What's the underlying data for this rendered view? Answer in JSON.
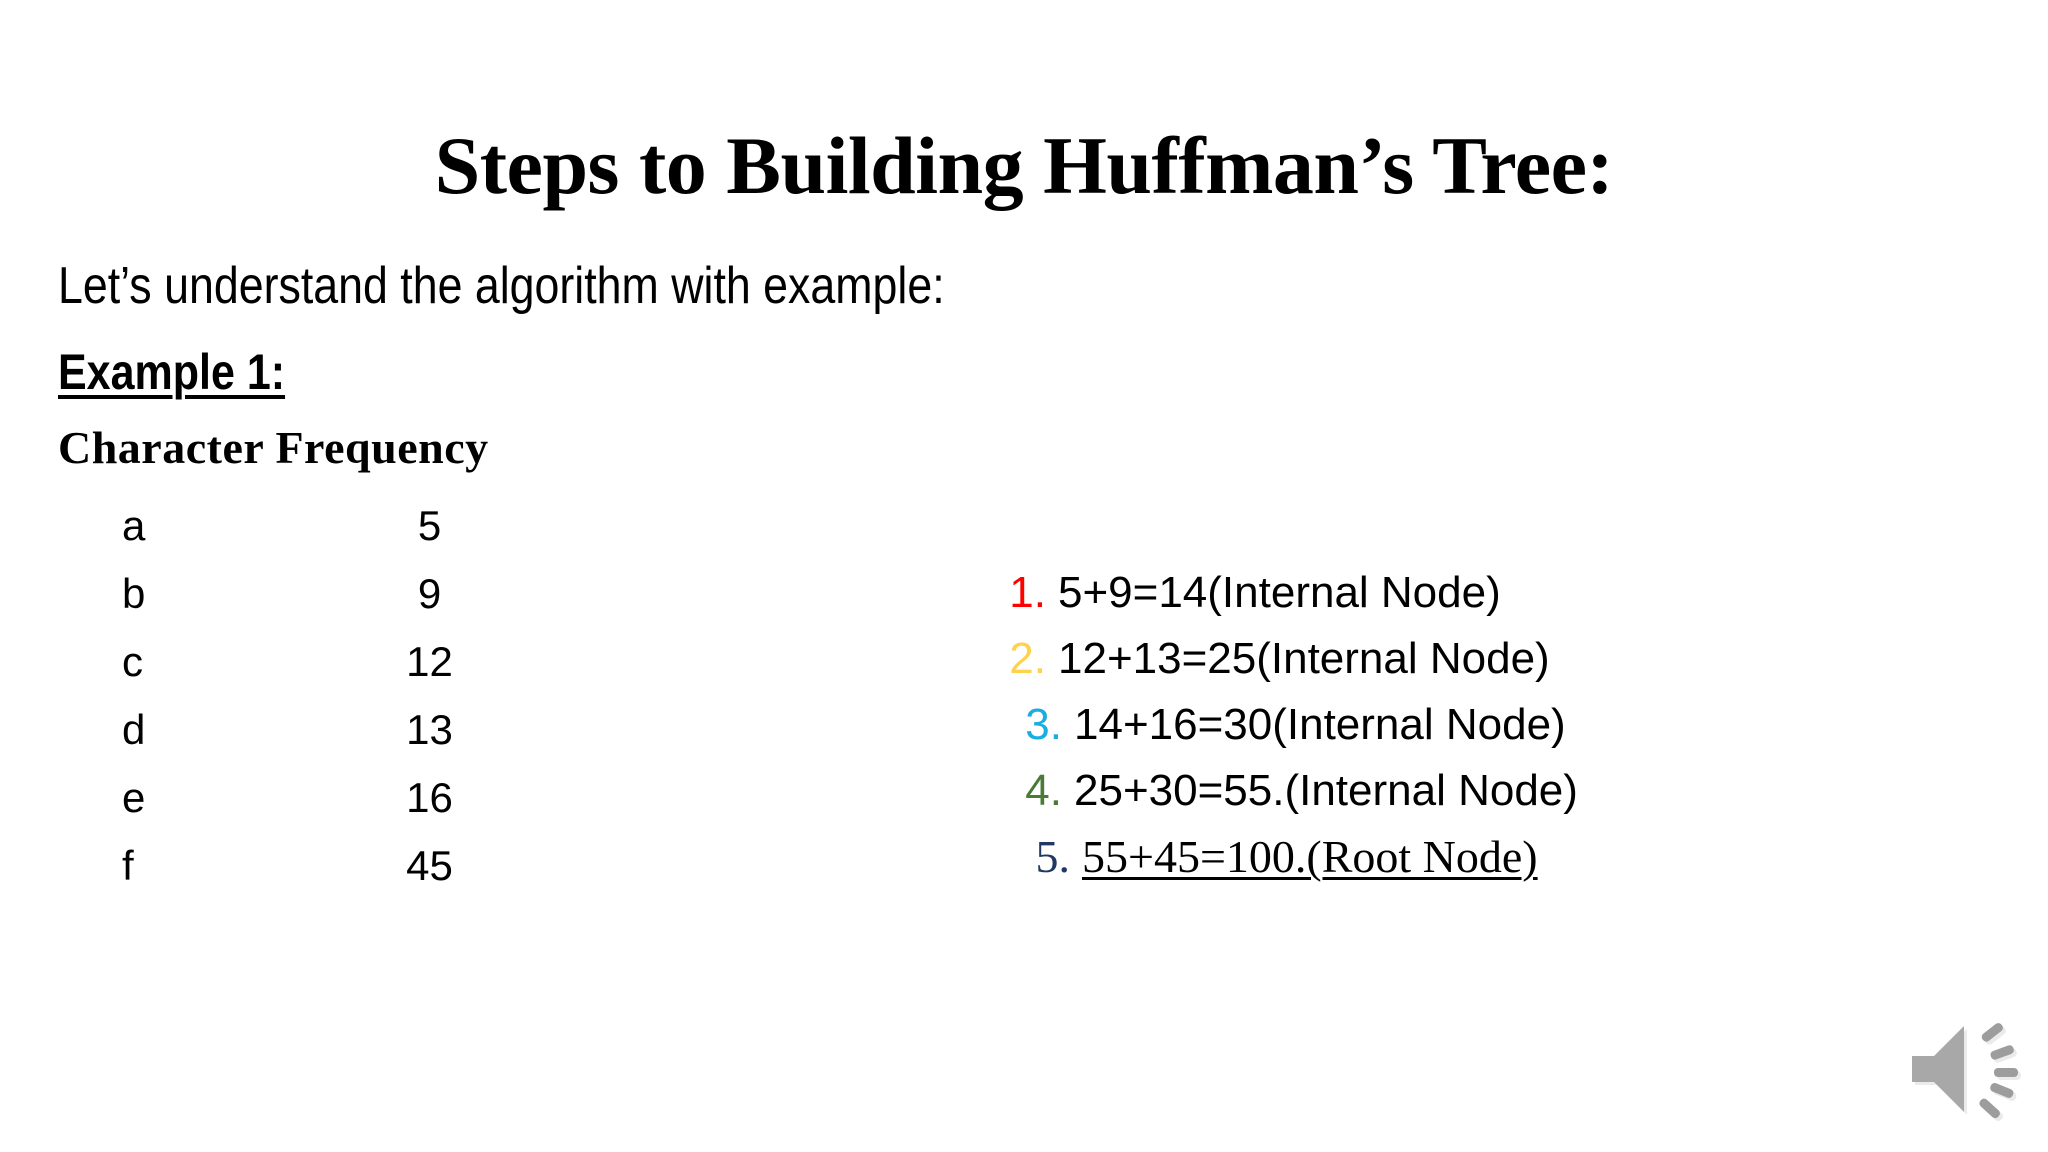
{
  "slide": {
    "title": "Steps to Building Huffman’s Tree:",
    "intro": "Let’s understand the algorithm with example:",
    "example_label": "Example 1:",
    "table_heading": "Character Frequency"
  },
  "frequency_table": {
    "columns": [
      "Character",
      "Frequency"
    ],
    "rows": [
      {
        "character": "a",
        "frequency": "5"
      },
      {
        "character": "b",
        "frequency": "9"
      },
      {
        "character": "c",
        "frequency": "12"
      },
      {
        "character": "d",
        "frequency": "13"
      },
      {
        "character": "e",
        "frequency": "16"
      },
      {
        "character": "f",
        "frequency": "45"
      }
    ]
  },
  "steps": [
    {
      "marker": "1.",
      "text": "5+9=14(Internal Node)",
      "marker_color": "#FF0000"
    },
    {
      "marker": "2.",
      "text": "12+13=25(Internal Node)",
      "marker_color": "#FFD24D"
    },
    {
      "marker": "3.",
      "text": "14+16=30(Internal Node)",
      "marker_color": "#18AEE0"
    },
    {
      "marker": "4.",
      "text": "25+30=55.(Internal Node)",
      "marker_color": "#4A7B36"
    },
    {
      "marker": "5.",
      "text": "55+45=100.(Root Node)",
      "marker_color": "#1F3864"
    }
  ],
  "icons": {
    "audio": "speaker-audio-icon"
  },
  "colors": {
    "background": "#FFFFFF",
    "text": "#000000",
    "marker_red": "#FF0000",
    "marker_yellow": "#FFD24D",
    "marker_cyan": "#18AEE0",
    "marker_green": "#4A7B36",
    "marker_navy": "#1F3864",
    "speaker_gray": "#A6A6A6"
  }
}
